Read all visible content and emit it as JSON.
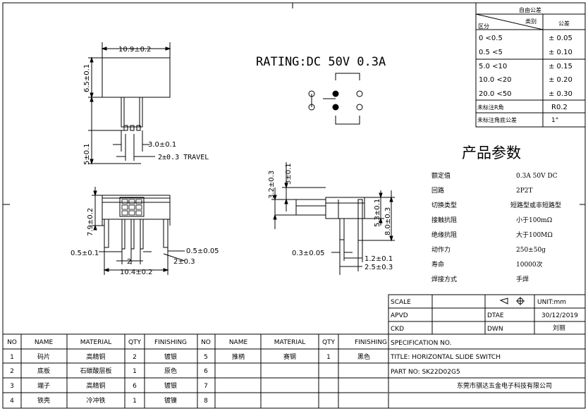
{
  "rating": "RATING:DC 50V 0.3A",
  "tolerance_table": {
    "header_top": "自由公差",
    "header_category": "类别",
    "header_zone": "区分",
    "header_tolerance": "公差",
    "rows": [
      {
        "range": "0    <0.5",
        "tol": "± 0.05"
      },
      {
        "range": "0.5    <5",
        "tol": "± 0.10"
      },
      {
        "range": "5.0    <10",
        "tol": "± 0.15"
      },
      {
        "range": "10.0  <20",
        "tol": "± 0.20"
      },
      {
        "range": "20.0   <50",
        "tol": "± 0.30"
      }
    ],
    "r_label": "未标注R角",
    "r_value": "R0.2",
    "angle_label": "未标注角底公差",
    "angle_value": "1°"
  },
  "params": {
    "title": "产品参数",
    "rows": [
      {
        "label": "额定值",
        "value": "0.3A 50V DC"
      },
      {
        "label": "回路",
        "value": "2P2T"
      },
      {
        "label": "切换类型",
        "value": "短路型或非短路型"
      },
      {
        "label": "接触抗阻",
        "value": "小于100mΩ"
      },
      {
        "label": "绝缘抗阻",
        "value": "大于100MΩ"
      },
      {
        "label": "动作力",
        "value": "250±50g"
      },
      {
        "label": "寿命",
        "value": "10000次"
      },
      {
        "label": "焊接方式",
        "value": "手焊"
      }
    ]
  },
  "dims": {
    "top_width": "10.9±0.2",
    "top_height": "6.5±0.1",
    "lever": "3.0±0.1",
    "travel": "2±0.3 TRAVEL",
    "side_h": "5±0.1",
    "front_h": "7.9±0.2",
    "pin_w": "0.5±0.1",
    "pin_w2": "0.5±0.05",
    "pitch": "2",
    "pitch2": "2±0.3",
    "base_w": "10.4±0.2",
    "r_h1": "3.2±0.3",
    "r_h2": "3±0.1",
    "r_h3": "5.3±0.1",
    "r_h4": "8.0±0.3",
    "r_p1": "0.3±0.05",
    "r_p2": "1.2±0.1",
    "r_p3": "2.5±0.3"
  },
  "title_block": {
    "scale": "SCALE",
    "unit": "UNIT:mm",
    "apvd": "APVD",
    "dtae": "DTAE",
    "date": "30/12/2019",
    "ckd": "CKD",
    "dwn": "DWN",
    "drawer": "刘丽",
    "spec": "SPECIFICATION NO.",
    "title": "TITLE:     HORIZONTAL SLIDE SWITCH",
    "part": "PART NO:  SK22D02G5",
    "company": "东莞市骐达五金电子科技有限公司"
  },
  "bom": {
    "headers": [
      "NO",
      "NAME",
      "MATERIAL",
      "QTY",
      "FINISHING",
      "NO",
      "NAME",
      "MATERIAL",
      "QTY",
      "FINISHING"
    ],
    "rows": [
      [
        "1",
        "码片",
        "高精铜",
        "2",
        "镀银",
        "5",
        "推柄",
        "赛钢",
        "1",
        "黑色"
      ],
      [
        "2",
        "底板",
        "石碳酸层板",
        "1",
        "原色",
        "6",
        "",
        "",
        "",
        ""
      ],
      [
        "3",
        "端子",
        "高精铜",
        "6",
        "镀银",
        "7",
        "",
        "",
        "",
        ""
      ],
      [
        "4",
        "铁壳",
        "冷冲铁",
        "1",
        "镀镍",
        "8",
        "",
        "",
        "",
        ""
      ]
    ]
  }
}
